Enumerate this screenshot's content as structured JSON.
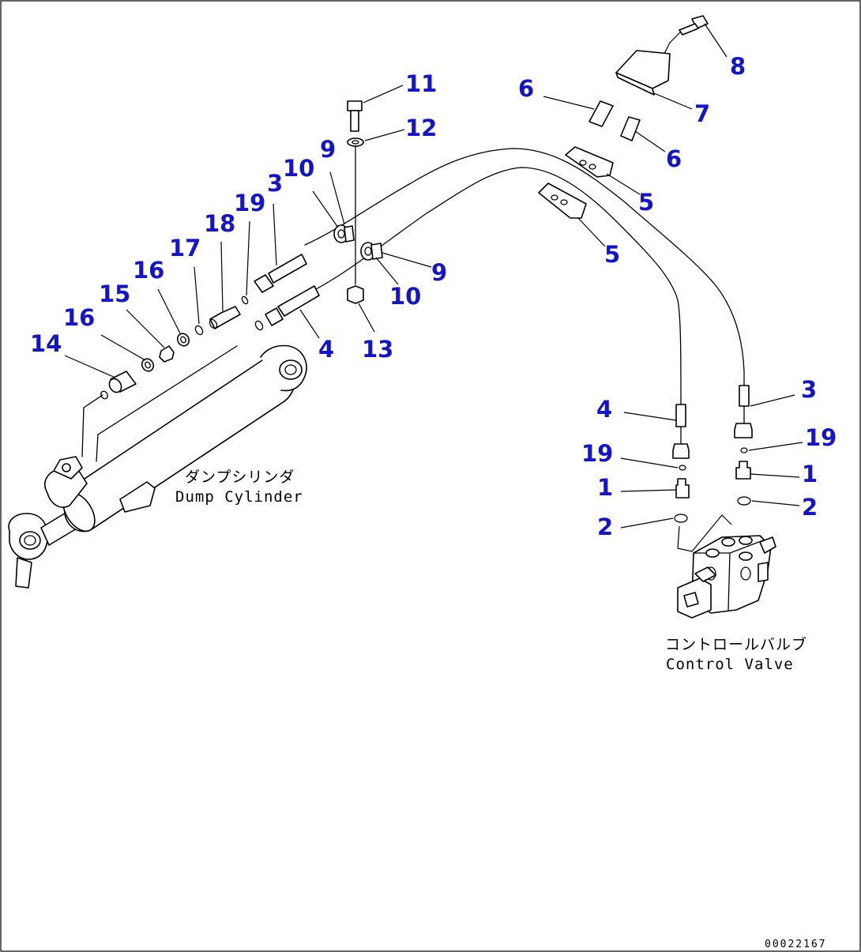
{
  "diagram": {
    "drawing_number": "00022167",
    "assemblies": {
      "dump_cylinder": {
        "label_jp": "ダンプシリンダ",
        "label_en": "Dump Cylinder"
      },
      "control_valve": {
        "label_jp": "コントロールバルブ",
        "label_en": "Control Valve"
      }
    },
    "callouts": {
      "c1a": "1",
      "c1b": "1",
      "c2a": "2",
      "c2b": "2",
      "c3a": "3",
      "c3b": "3",
      "c4a": "4",
      "c4b": "4",
      "c5a": "5",
      "c5b": "5",
      "c6a": "6",
      "c6b": "6",
      "c7": "7",
      "c8": "8",
      "c9a": "9",
      "c9b": "9",
      "c10a": "10",
      "c10b": "10",
      "c11": "11",
      "c12": "12",
      "c13": "13",
      "c14": "14",
      "c15": "15",
      "c16a": "16",
      "c16b": "16",
      "c17": "17",
      "c18": "18",
      "c19a": "19",
      "c19b": "19",
      "c19c": "19"
    }
  }
}
